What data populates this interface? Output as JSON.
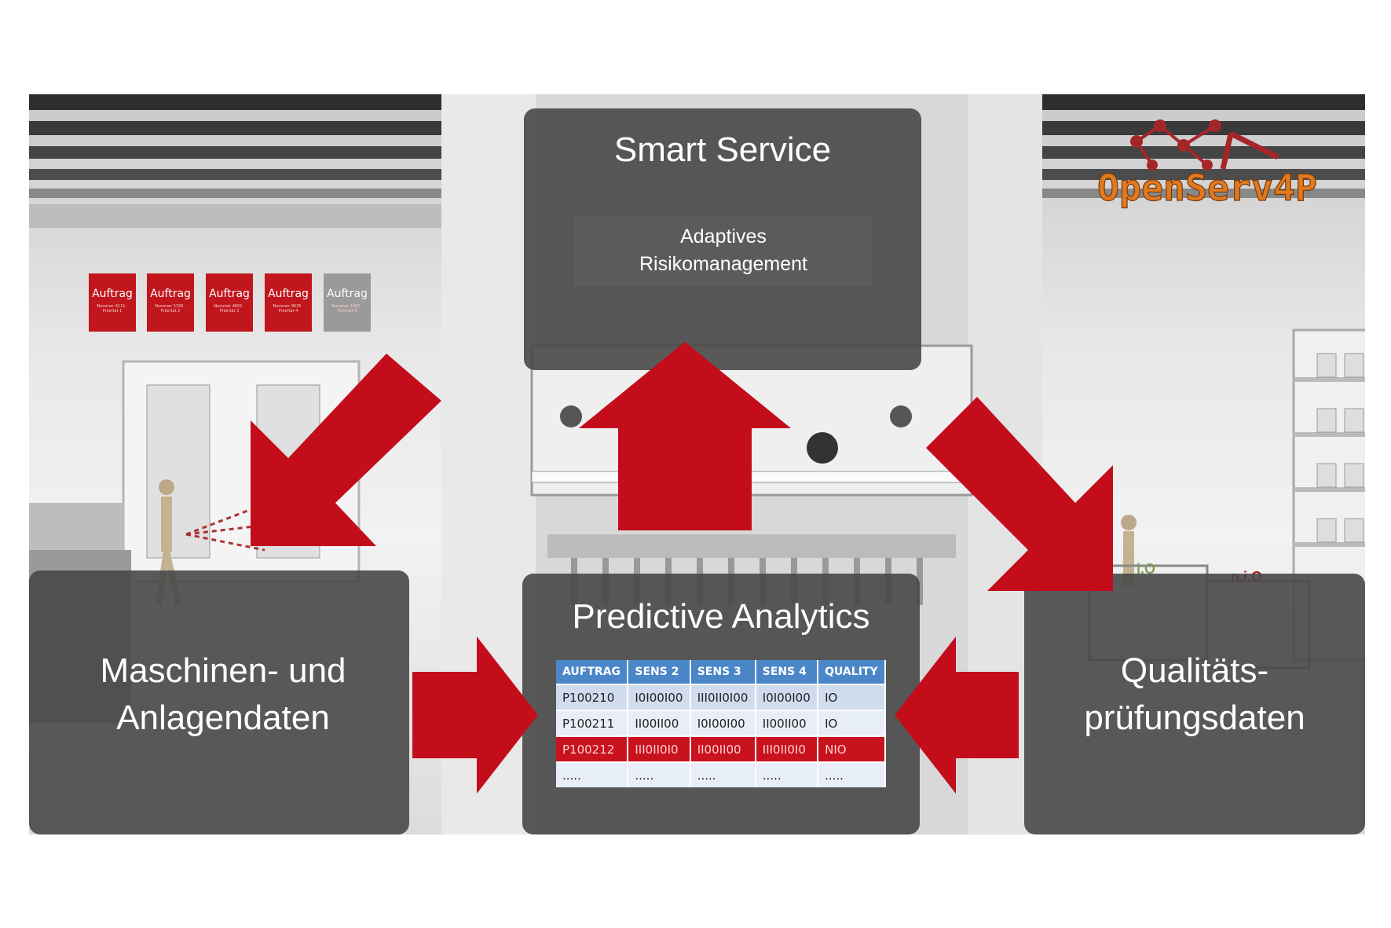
{
  "smart_service": {
    "title": "Smart Service",
    "subtitle": "Adaptives\nRisikomanagement"
  },
  "predictive_analytics": {
    "title": "Predictive Analytics",
    "table": {
      "columns": [
        "AUFTRAG",
        "SENS 2",
        "SENS 3",
        "SENS 4",
        "QUALITY"
      ],
      "rows": [
        [
          "P100210",
          "I0I00I00",
          "III0II0I00",
          "I0I00I00",
          "IO"
        ],
        [
          "P100211",
          "II00II00",
          "I0I00I00",
          "II00II00",
          "IO"
        ],
        [
          "P100212",
          "III0II0I0",
          "II00II00",
          "III0II0I0",
          "NIO"
        ],
        [
          ".....",
          ".....",
          ".....",
          ".....",
          "....."
        ]
      ]
    }
  },
  "machine_data": {
    "title": "Maschinen- und\nAnlagendaten"
  },
  "quality_data": {
    "title": "Qualitäts-\nprüfungsdaten"
  },
  "logo": {
    "text": "OpenServ4P"
  },
  "auftrag_cards": [
    {
      "label": "Auftrag",
      "small": "Nummer 4111 · Priorität 1"
    },
    {
      "label": "Auftrag",
      "small": "Nummer 5156 · Priorität 2"
    },
    {
      "label": "Auftrag",
      "small": "Nummer 4861 · Priorität 3"
    },
    {
      "label": "Auftrag",
      "small": "Nummer 9635 · Priorität 4"
    },
    {
      "label": "Auftrag",
      "small": "Nummer 1087 · Priorität 5"
    }
  ],
  "scene_labels": {
    "io": "i.O",
    "nio": "n.i.O"
  },
  "colors": {
    "arrow": "#c30d1b",
    "panel": "#484848",
    "table_header": "#4a86c8",
    "nio_row": "#c8121e",
    "logo_orange": "#e07a1f",
    "logo_red": "#a52628"
  }
}
